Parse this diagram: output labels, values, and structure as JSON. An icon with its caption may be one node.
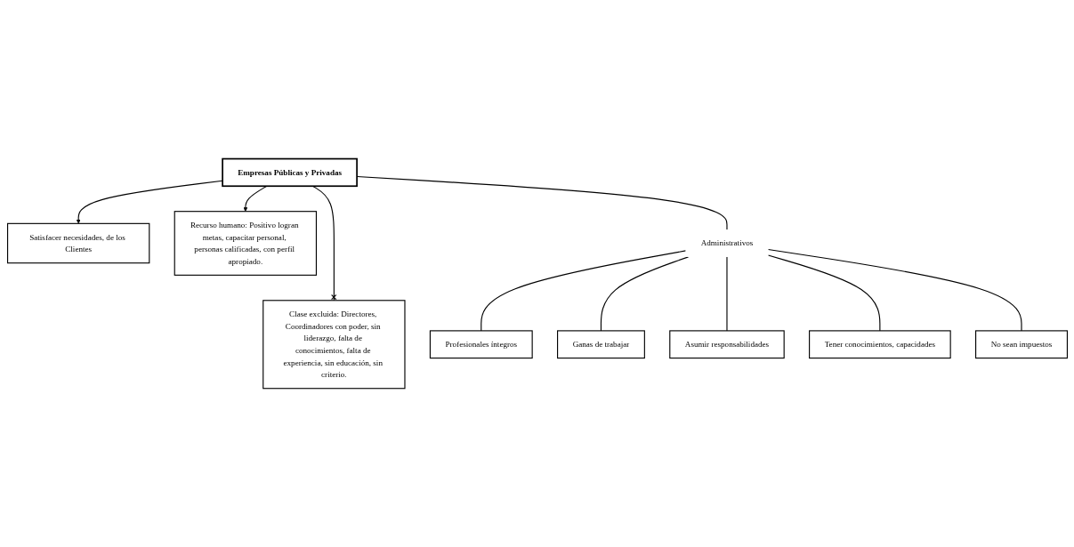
{
  "diagram": {
    "nodes": [
      {
        "text": [
          "Satisfacer necesidades, de los Clientes"
        ]
      },
      {
        "text": [
          "Recurso humano: Positivo logran metas, capacitar personal, personas calificadas, con perfil apropiado."
        ]
      },
      {
        "text": [
          "Empresas Públicas y Privadas"
        ]
      },
      {
        "text": [
          "Clase excluida: Directores, Coordinadores con poder, sin liderazgo, falta de conocimientos, falta de experiencia, sin educación, sin criterio."
        ]
      },
      {
        "text": [
          "Administrativos"
        ]
      },
      {
        "text": [
          "Profesionales íntegros"
        ]
      },
      {
        "text": [
          "Ganas de trabajar"
        ]
      },
      {
        "text": [
          "Asumir responsabilidades"
        ]
      },
      {
        "text": [
          "Tener conocimientos, capacidades"
        ]
      },
      {
        "text": [
          "No sean impuestos"
        ]
      }
    ],
    "edges": [
      {
        "from": 2,
        "to": 0,
        "arrow": "to"
      },
      {
        "from": 2,
        "to": 1,
        "arrow": "to"
      },
      {
        "from": 2,
        "to": 3,
        "arrow": "other"
      },
      {
        "from": 2,
        "to": 4,
        "arrow": "none"
      },
      {
        "from": 4,
        "to": 5,
        "arrow": "none"
      },
      {
        "from": 4,
        "to": 6,
        "arrow": "none"
      },
      {
        "from": 4,
        "to": 7,
        "arrow": "none"
      },
      {
        "from": 4,
        "to": 8,
        "arrow": "none"
      },
      {
        "from": 4,
        "to": 9,
        "arrow": "none"
      }
    ]
  }
}
